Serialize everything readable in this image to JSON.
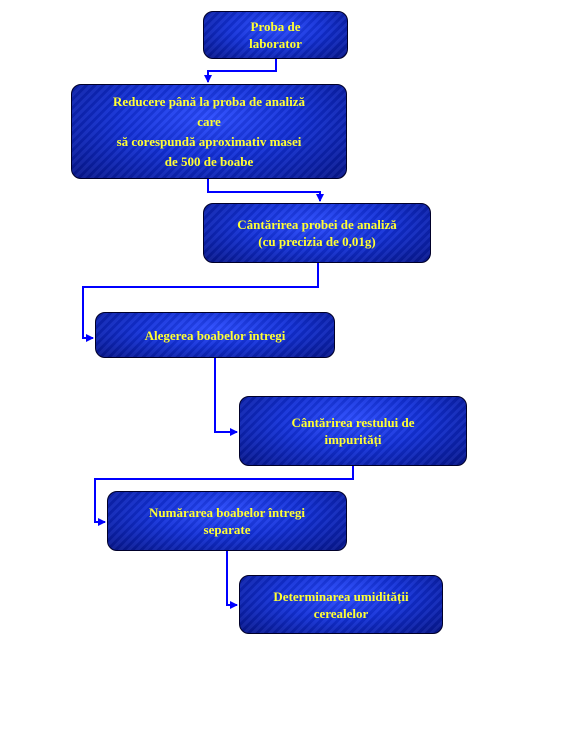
{
  "flowchart": {
    "colors": {
      "box_fill": "#1a3cf0",
      "box_text": "#ffff33",
      "connector": "#0000ff",
      "background": "#ffffff"
    },
    "steps": [
      {
        "id": "b1",
        "label": "Proba de\nlaborator"
      },
      {
        "id": "b2",
        "label": "Reducere până la proba de analiză\ncare\nsă corespundă aproximativ masei\nde 500 de boabe"
      },
      {
        "id": "b3",
        "label": "Cântărirea probei de analiză\n(cu precizia de 0,01g)"
      },
      {
        "id": "b4",
        "label": "Alegerea boabelor întregi"
      },
      {
        "id": "b5",
        "label": "Cântărirea restului de\nimpurități"
      },
      {
        "id": "b6",
        "label": "Numărarea boabelor întregi\nseparate"
      },
      {
        "id": "b7",
        "label": "Determinarea umidității\ncerealelor"
      }
    ]
  }
}
